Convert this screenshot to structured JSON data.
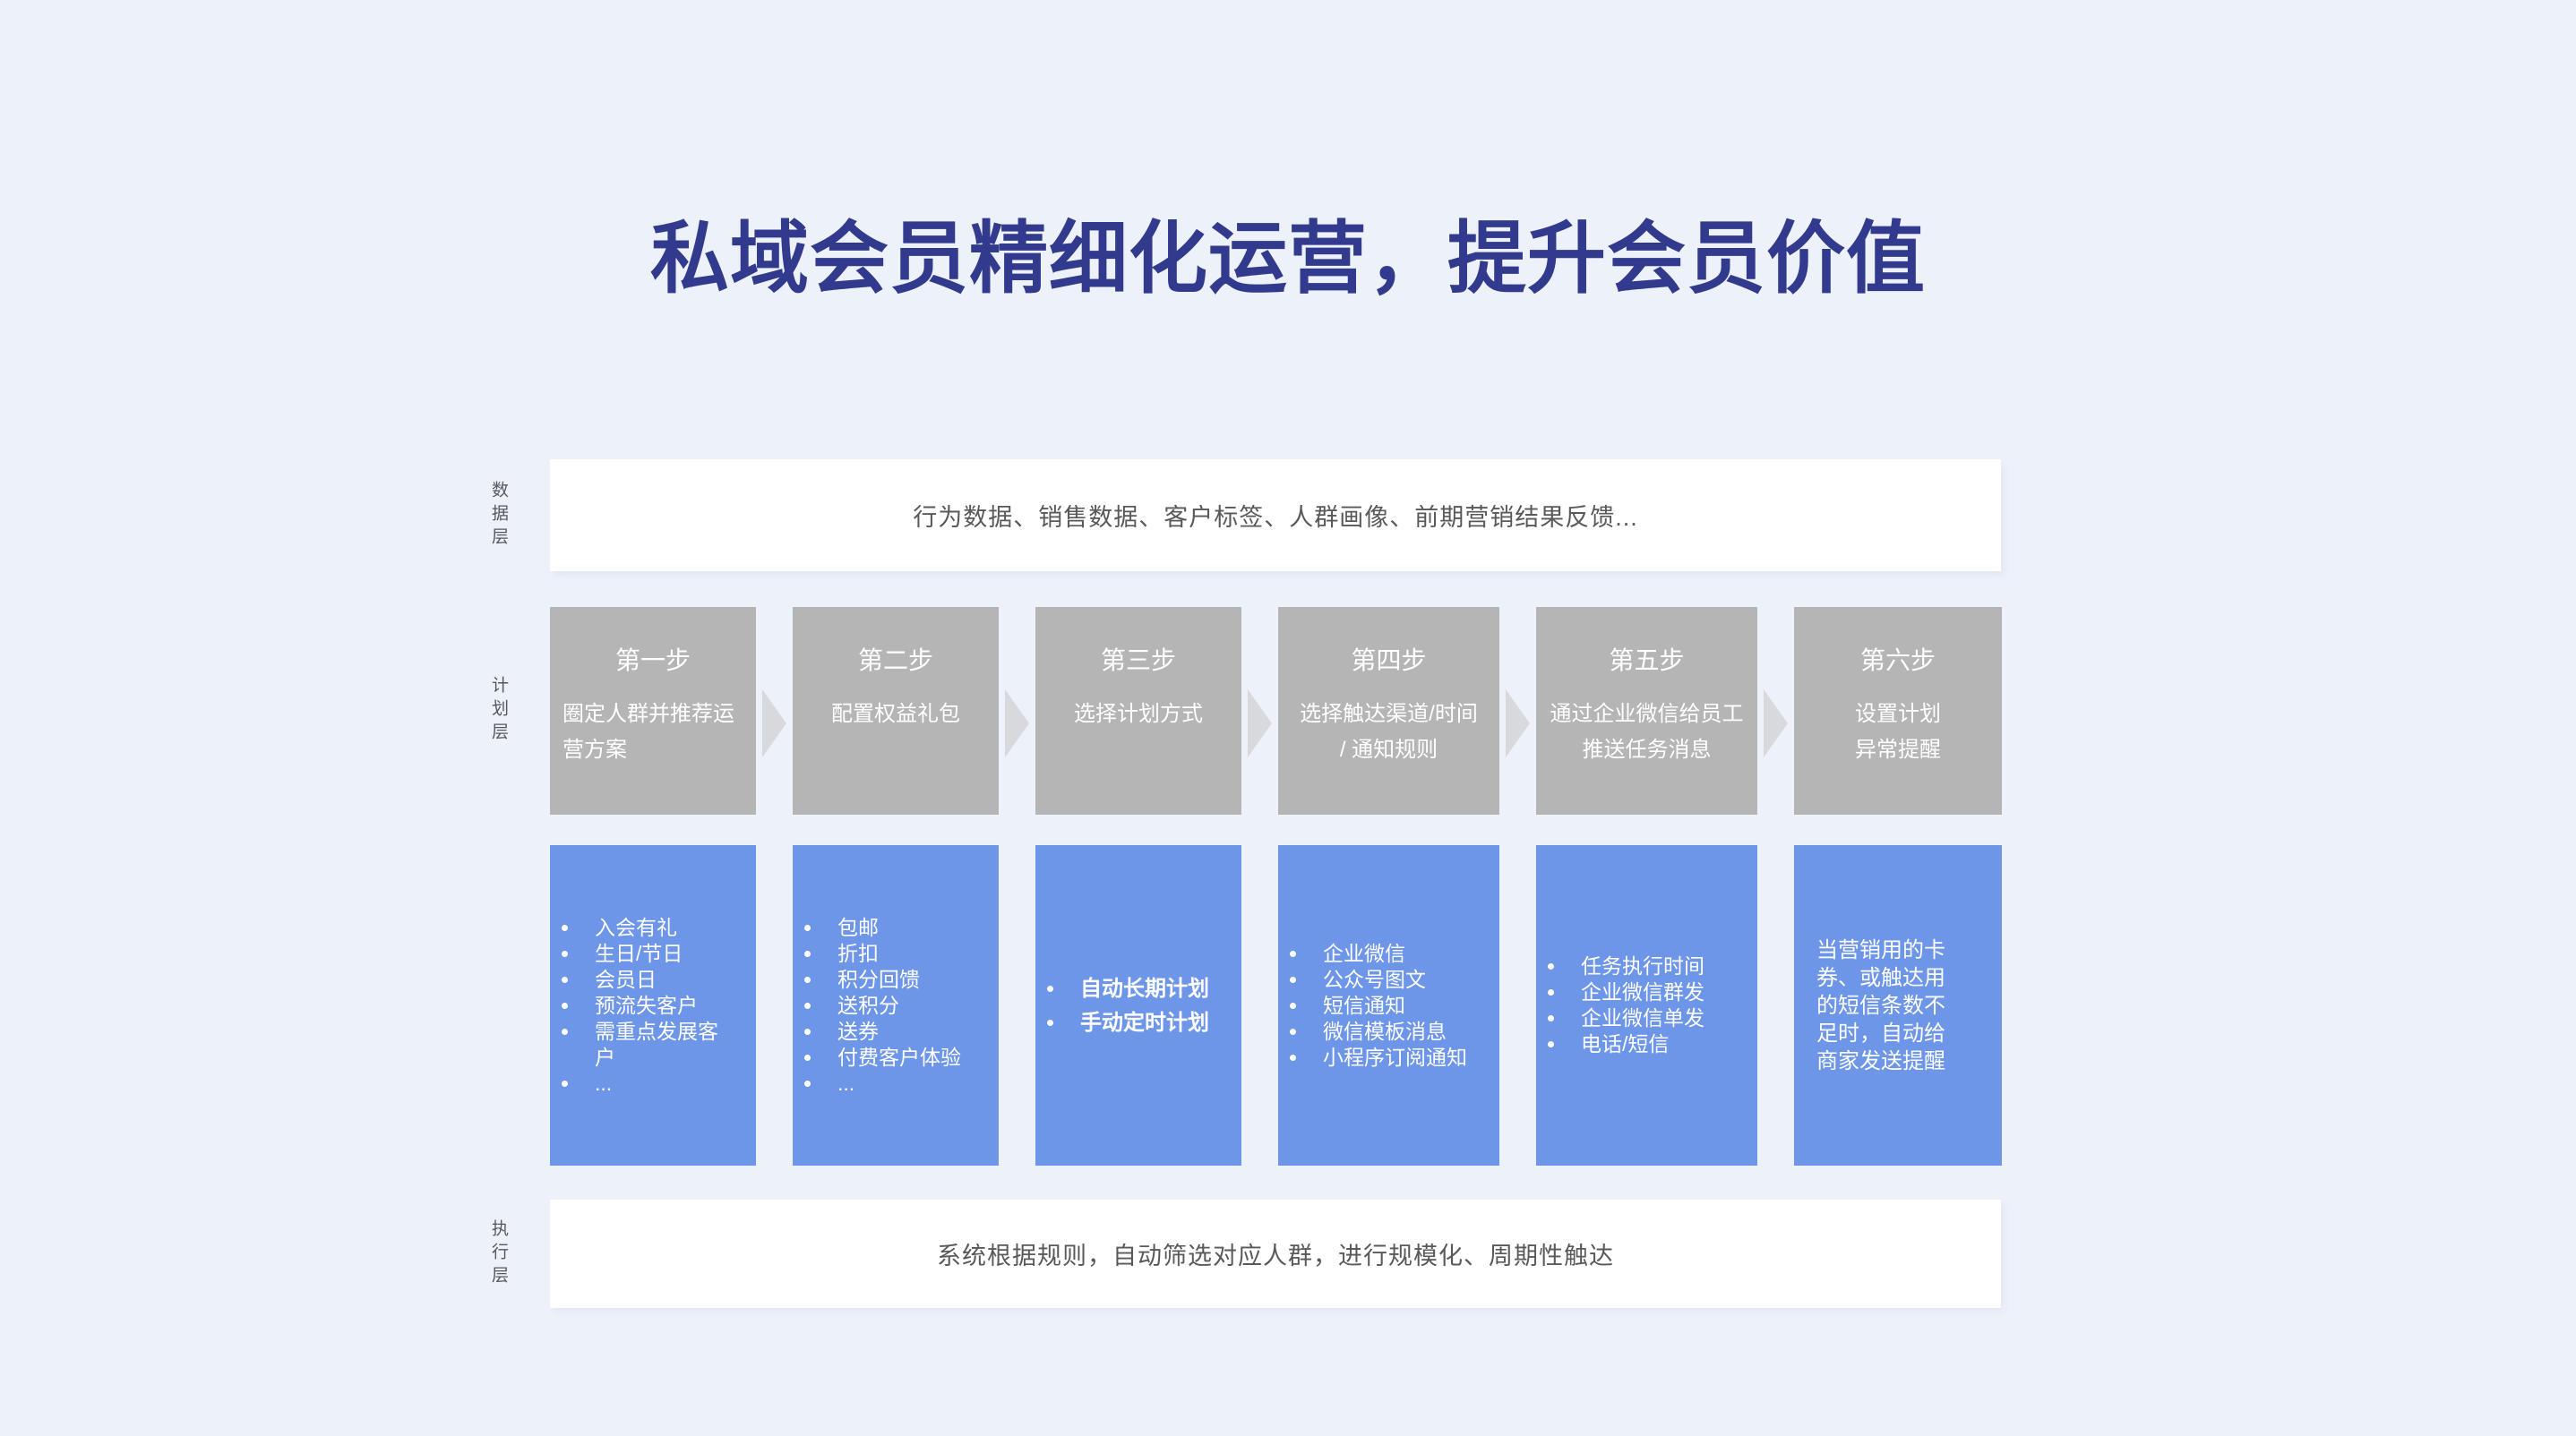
{
  "title": "私域会员精细化运营，提升会员价值",
  "colors": {
    "background": "#edf1fa",
    "title_text": "#323a8d",
    "step_box": "#b5b5b5",
    "detail_box": "#6d95e8",
    "bar_background": "#ffffff",
    "bar_text": "#595959",
    "arrow": "#d7d9dd",
    "box_text": "#ffffff"
  },
  "layers": {
    "data": {
      "label": "数据层",
      "text": "行为数据、销售数据、客户标签、人群画像、前期营销结果反馈..."
    },
    "plan": {
      "label": "计划层"
    },
    "exec": {
      "label": "执行层",
      "text": "系统根据规则，自动筛选对应人群，进行规模化、周期性触达"
    }
  },
  "steps": [
    {
      "title": "第一步",
      "desc": [
        "圈定人群并推荐运营方案"
      ]
    },
    {
      "title": "第二步",
      "desc": [
        "配置权益礼包"
      ]
    },
    {
      "title": "第三步",
      "desc": [
        "选择计划方式"
      ]
    },
    {
      "title": "第四步",
      "desc": [
        "选择触达渠道/时间",
        "/ 通知规则"
      ]
    },
    {
      "title": "第五步",
      "desc": [
        "通过企业微信给员工",
        "推送任务消息"
      ]
    },
    {
      "title": "第六步",
      "desc": [
        "设置计划",
        "异常提醒"
      ]
    }
  ],
  "details": [
    {
      "type": "list",
      "items": [
        "入会有礼",
        "生日/节日",
        "会员日",
        "预流失客户",
        "需重点发展客户",
        "..."
      ]
    },
    {
      "type": "list",
      "items": [
        "包邮",
        "折扣",
        "积分回馈",
        "送积分",
        "送券",
        "付费客户体验",
        "..."
      ]
    },
    {
      "type": "list",
      "emphasis": true,
      "items": [
        "自动长期计划",
        "手动定时计划"
      ]
    },
    {
      "type": "list",
      "items": [
        "企业微信",
        "公众号图文",
        "短信通知",
        "微信模板消息",
        "小程序订阅通知"
      ]
    },
    {
      "type": "list",
      "items": [
        "任务执行时间",
        "企业微信群发",
        "企业微信单发",
        "电话/短信"
      ]
    },
    {
      "type": "text",
      "text": "当营销用的卡券、或触达用的短信条数不足时，自动给商家发送提醒"
    }
  ]
}
